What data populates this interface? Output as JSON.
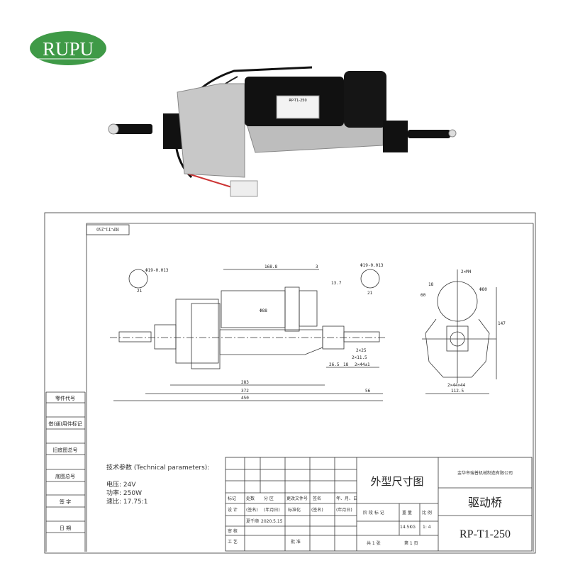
{
  "logo": {
    "text": "RUPU",
    "color": "#3f9a47"
  },
  "product_photo": {
    "label_model": "RP-T1-250"
  },
  "drawing": {
    "rotated_code": "RP-T1-250",
    "left_column": [
      "零件代号",
      "借(通)用件标记",
      "旧底图总号",
      "底图总号",
      "签 字",
      "日 期"
    ],
    "dimensions": {
      "shaft_left": "Φ19-0.013",
      "key_left": "21",
      "shaft_right": "Φ19-0.013",
      "key_right": "21",
      "motor_len": "168.8",
      "d3": "3",
      "d13": "13.7",
      "motor_dia": "Φ88",
      "key1": "2×25",
      "key2": "2×11.5",
      "key3": "2×44±1",
      "d26": "26.5",
      "d18": "18",
      "d283": "283",
      "d372": "372",
      "d56": "56",
      "d450": "450",
      "m4": "2×M4",
      "d18b": "18",
      "d60": "60",
      "d80": "Φ80",
      "d147": "147",
      "bolt": "2×44×44",
      "d112": "112.5"
    },
    "tech": {
      "heading": "技术参数  (Technical parameters):",
      "voltage": "电压: 24V",
      "power": "功率: 250W",
      "ratio": "速比: 17.75:1"
    },
    "title_block": {
      "headers": [
        "标记",
        "处数",
        "分 区",
        "更改文件号",
        "签名",
        "年、月、日"
      ],
      "row2": [
        "设 计",
        "(签名)",
        "(年月日)",
        "标准化",
        "(签名)",
        "(年月日)"
      ],
      "designer": "夏千顺",
      "date": "2020.5.15",
      "review": "审 核",
      "process": "工 艺",
      "approve": "批 准",
      "drawing_title": "外型尺寸图",
      "stage_label": "阶 段 标 记",
      "weight_label": "重 量",
      "scale_label": "比 例",
      "weight": "14.5KG",
      "scale": "1: 4",
      "sheets": "共 1 张",
      "sheet_no": "第 1 页",
      "company": "金华市瑞普机械制造有限公司",
      "part_name": "驱动桥",
      "part_no": "RP-T1-250"
    }
  }
}
